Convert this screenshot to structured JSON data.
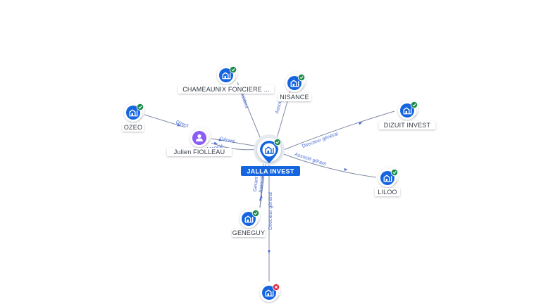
{
  "colors": {
    "company": "#1565e0",
    "person": "#8b5cf6",
    "active_badge": "#1a8a4a",
    "closed_badge": "#e0283c",
    "edge": "#7f8aa3",
    "edge_label": "#4a6fd6",
    "main_label_bg": "#1565e0"
  },
  "center": {
    "name": "JALLA INVEST",
    "type": "company",
    "status": "active",
    "icon": "building-icon"
  },
  "nodes": [
    {
      "id": "chameaunix",
      "name": "CHAMEAUNIX FONCIERE ...",
      "type": "company",
      "status": "active",
      "icon": "building-icon"
    },
    {
      "id": "nisance",
      "name": "NISANCE",
      "type": "company",
      "status": "active",
      "icon": "building-icon"
    },
    {
      "id": "ozeo",
      "name": "OZEO",
      "type": "company",
      "status": "active",
      "icon": "building-icon"
    },
    {
      "id": "julien",
      "name": "Julien FIOLLEAU",
      "type": "person",
      "status": "none",
      "icon": "person-icon"
    },
    {
      "id": "dizuit",
      "name": "DIZUIT INVEST",
      "type": "company",
      "status": "active",
      "icon": "building-icon"
    },
    {
      "id": "liloo",
      "name": "LILOO",
      "type": "company",
      "status": "active",
      "icon": "building-icon"
    },
    {
      "id": "geneguy",
      "name": "GENEGUY",
      "type": "company",
      "status": "active",
      "icon": "building-icon"
    },
    {
      "id": "bottom",
      "name": "",
      "type": "company",
      "status": "closed",
      "icon": "building-icon"
    }
  ],
  "edges": [
    {
      "from": "chameaunix",
      "to": "center",
      "label": "Président"
    },
    {
      "from": "nisance",
      "to": "center",
      "label": "Associé"
    },
    {
      "from": "ozeo",
      "to": "julien",
      "label": "Direct"
    },
    {
      "from": "julien",
      "to": "center",
      "label": "Gérant"
    },
    {
      "from": "julien",
      "to": "center",
      "label": "Associé"
    },
    {
      "from": "center",
      "to": "dizuit",
      "label": "Directeur général"
    },
    {
      "from": "center",
      "to": "liloo",
      "label": "Associé gérant"
    },
    {
      "from": "geneguy",
      "to": "center",
      "label": "Gérant"
    },
    {
      "from": "geneguy",
      "to": "center",
      "label": "Associé"
    },
    {
      "from": "center",
      "to": "bottom",
      "label": "Directeur général"
    }
  ]
}
